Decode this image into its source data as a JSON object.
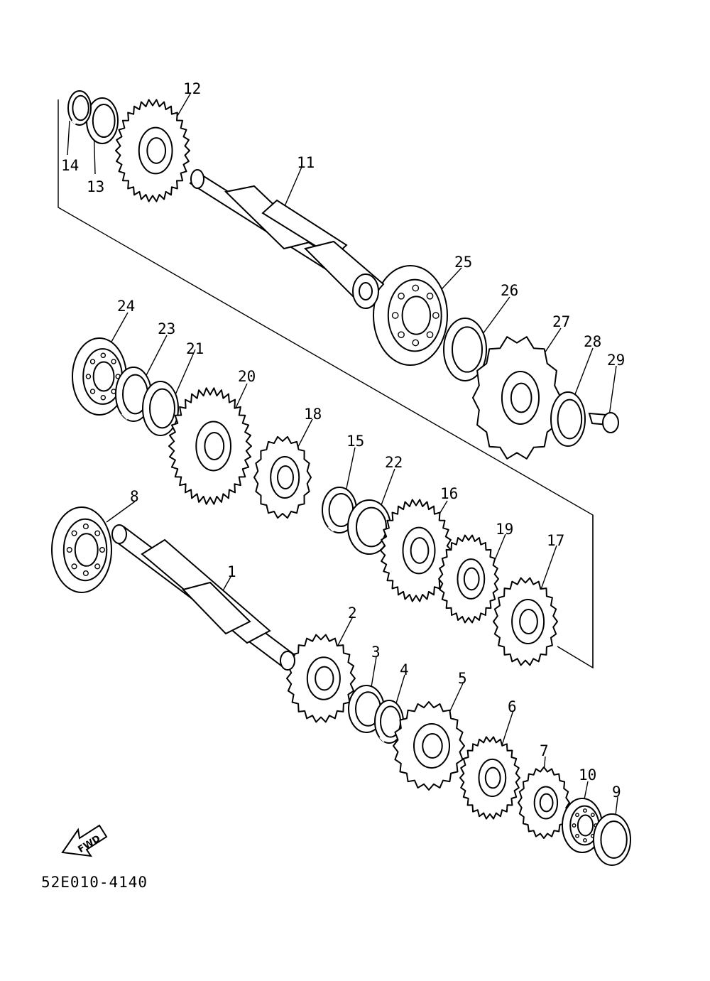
{
  "diagram_code": "52E010-4140",
  "fwd_label": "FWD",
  "parts": [
    {
      "id": "1",
      "label": "1"
    },
    {
      "id": "2",
      "label": "2"
    },
    {
      "id": "3",
      "label": "3"
    },
    {
      "id": "4",
      "label": "4"
    },
    {
      "id": "5",
      "label": "5"
    },
    {
      "id": "6",
      "label": "6"
    },
    {
      "id": "7",
      "label": "7"
    },
    {
      "id": "8",
      "label": "8"
    },
    {
      "id": "9",
      "label": "9"
    },
    {
      "id": "10",
      "label": "10"
    },
    {
      "id": "11",
      "label": "11"
    },
    {
      "id": "12",
      "label": "12"
    },
    {
      "id": "13",
      "label": "13"
    },
    {
      "id": "14",
      "label": "14"
    },
    {
      "id": "15",
      "label": "15"
    },
    {
      "id": "16",
      "label": "16"
    },
    {
      "id": "17",
      "label": "17"
    },
    {
      "id": "18",
      "label": "18"
    },
    {
      "id": "19",
      "label": "19"
    },
    {
      "id": "20",
      "label": "20"
    },
    {
      "id": "21",
      "label": "21"
    },
    {
      "id": "22",
      "label": "22"
    },
    {
      "id": "23",
      "label": "23"
    },
    {
      "id": "24",
      "label": "24"
    },
    {
      "id": "25",
      "label": "25"
    },
    {
      "id": "26",
      "label": "26"
    },
    {
      "id": "27",
      "label": "27"
    },
    {
      "id": "28",
      "label": "28"
    },
    {
      "id": "29",
      "label": "29"
    }
  ]
}
